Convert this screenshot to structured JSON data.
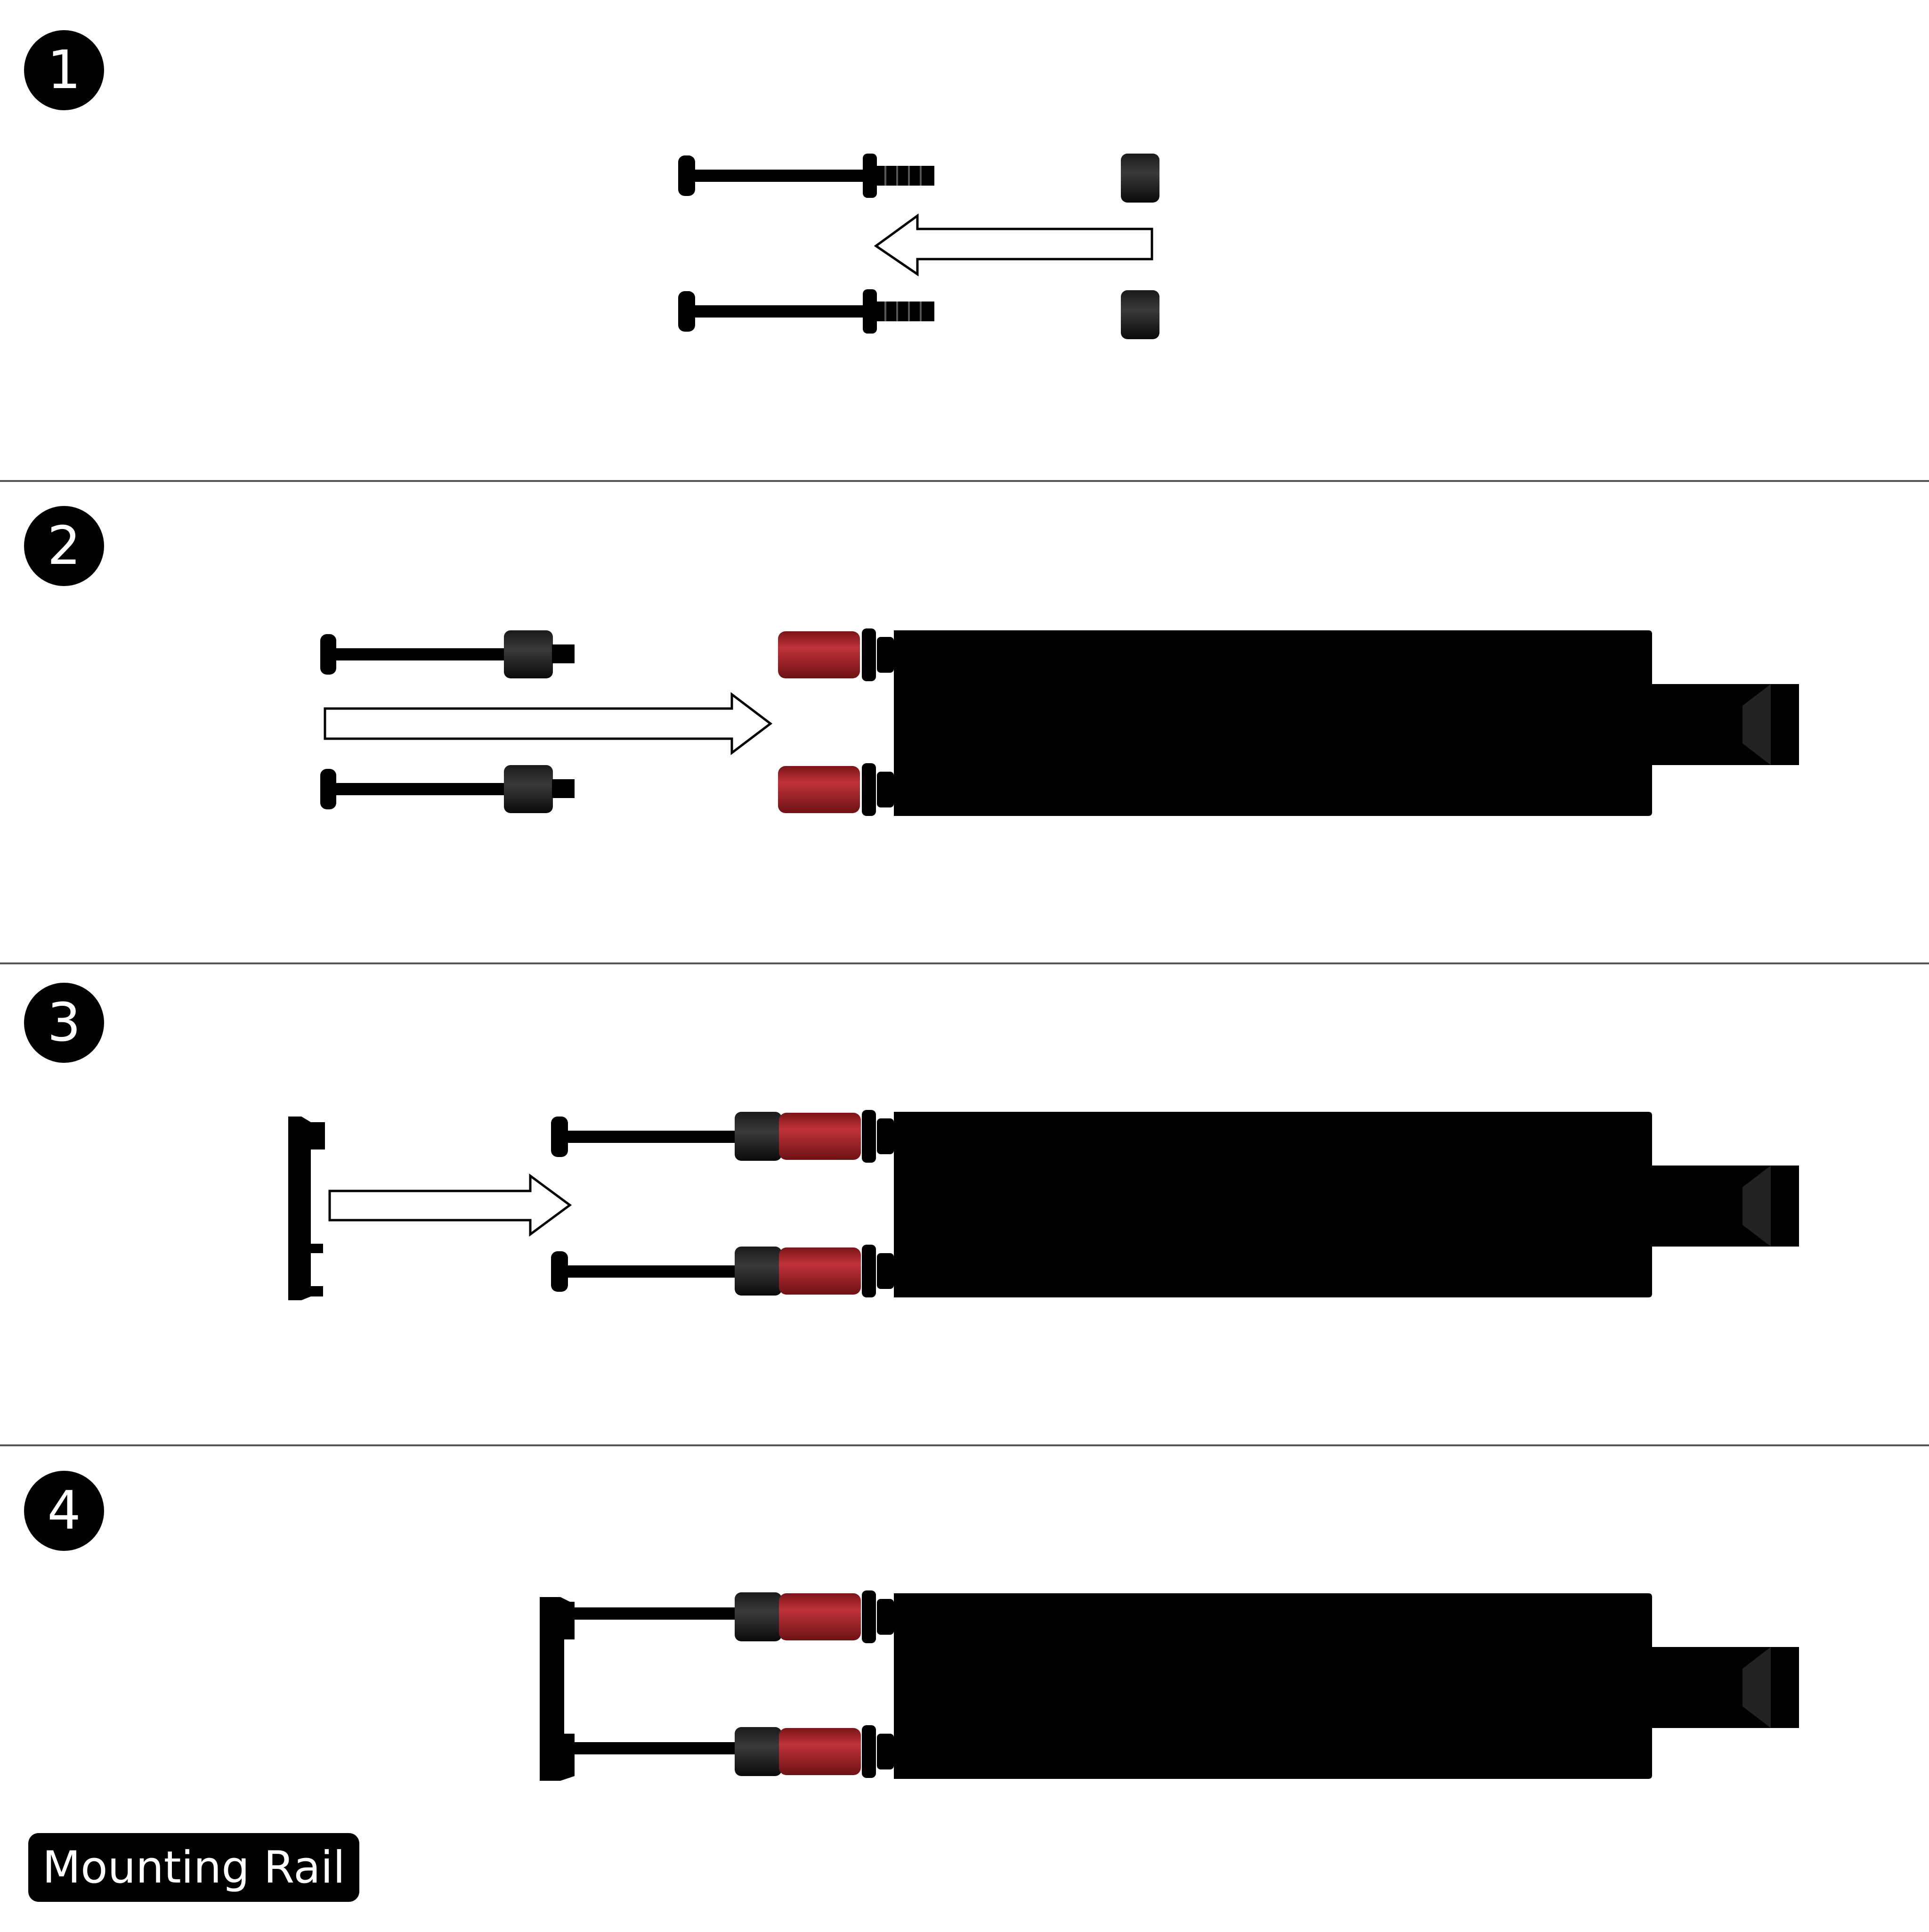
{
  "steps": [
    {
      "number": "1"
    },
    {
      "number": "2"
    },
    {
      "number": "3"
    },
    {
      "number": "4"
    }
  ],
  "label": "Mounting Rail",
  "colors": {
    "part": "#000000",
    "spacer_red": "#b3262b",
    "arrow_outline": "#000000",
    "divider": "#555555"
  }
}
